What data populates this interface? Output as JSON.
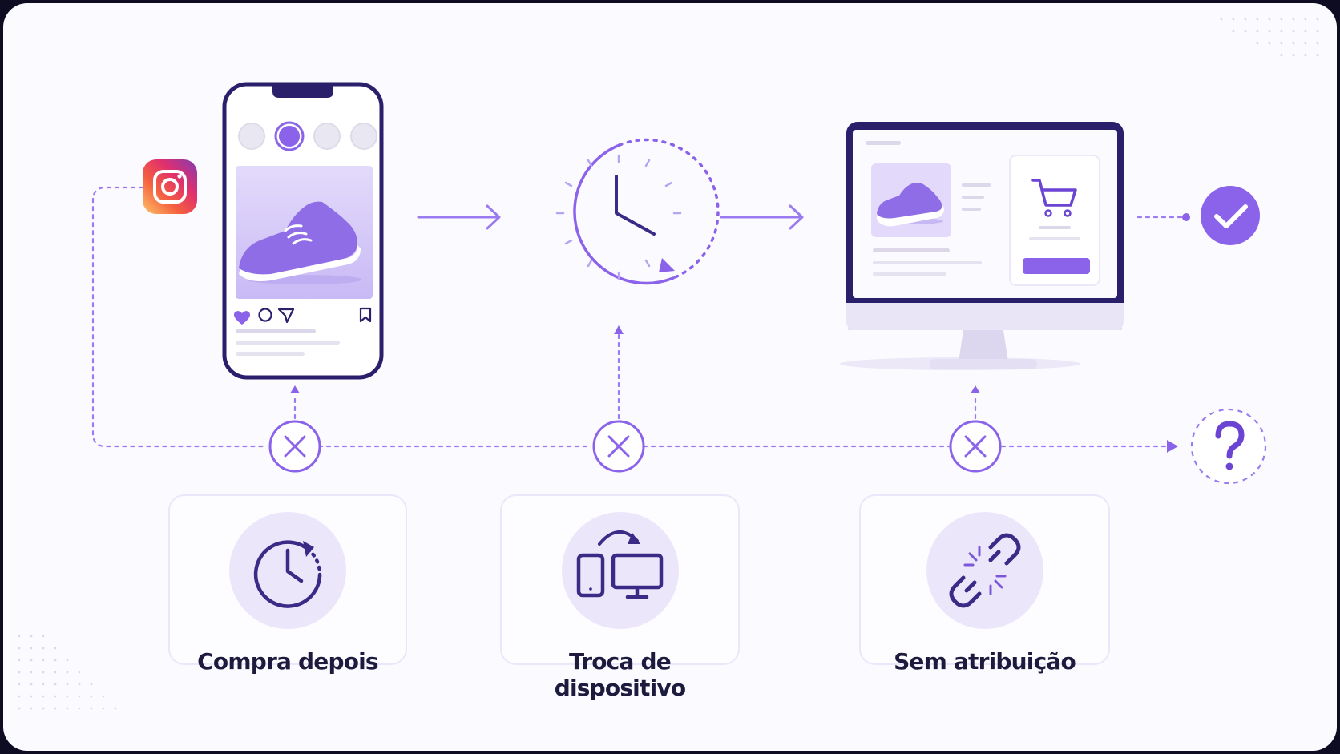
{
  "colors": {
    "accent": "#8b62ea",
    "accent_dark": "#3b2a86",
    "line": "#9b7bf0",
    "card_bg": "#fdfcff",
    "icon_bg": "#ece6fb"
  },
  "obstacles": [
    {
      "icon": "clock-refresh-icon",
      "label": "Compra depois"
    },
    {
      "icon": "devices-switch-icon",
      "label": "Troca de dispositivo"
    },
    {
      "icon": "broken-link-icon",
      "label": "Sem atribuição"
    }
  ],
  "flow": {
    "start": "instagram-icon",
    "steps": [
      "phone-post-icon",
      "clock-icon",
      "desktop-shop-icon"
    ],
    "success": "check-icon",
    "unknown": "question-icon"
  }
}
